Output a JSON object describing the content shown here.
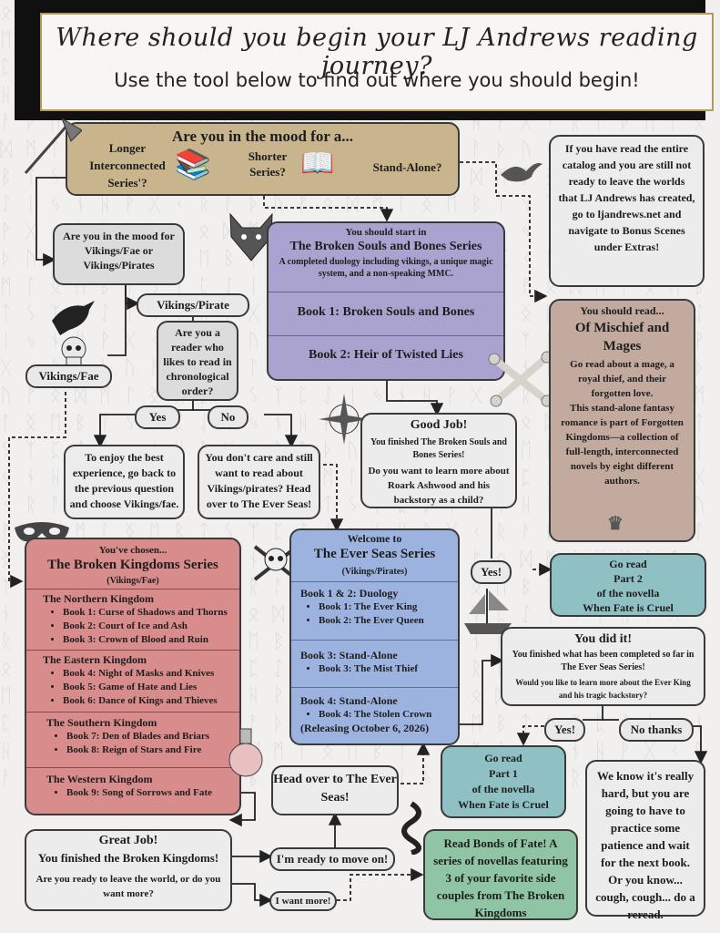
{
  "header": {
    "title": "Where should you begin your LJ Andrews reading journey?",
    "subtitle": "Use the tool below to find out where you should begin!"
  },
  "mood": {
    "question": "Are you in the mood for a...",
    "longer": "Longer Interconnected Series'?",
    "shorter": "Shorter Series?",
    "standalone": "Stand-Alone?"
  },
  "vikings_question": {
    "text": "Are you in the mood for Vikings/Fae or Vikings/Pirates"
  },
  "options": {
    "vikings_pirate": "Vikings/Pirate",
    "vikings_fae": "Vikings/Fae",
    "chronological": "Are you a reader who likes to read in chronological order?",
    "yes": "Yes",
    "no": "No",
    "yes_answer": "To enjoy the best experience, go back to the previous question and choose Vikings/fae.",
    "no_answer": "You don't care and still want to read about Vikings/pirates? Head over to The Ever Seas!"
  },
  "broken_souls": {
    "intro": "You should start in",
    "title": "The Broken Souls and Bones Series",
    "desc": "A completed duology including vikings, a unique magic system, and a non-speaking MMC.",
    "book1": "Book 1: Broken Souls and Bones",
    "book2": "Book 2: Heir of Twisted Lies"
  },
  "entire_catalog": {
    "text": "If you have read the entire catalog and you are still not ready to leave the worlds that LJ Andrews has created, go to ljandrews.net and navigate to Bonus Scenes under Extras!"
  },
  "mischief": {
    "intro": "You should read...",
    "title": "Of Mischief and Mages",
    "desc1": "Go read about a mage, a royal thief, and their forgotten love.",
    "desc2": "This stand-alone fantasy romance is part of Forgotten Kingdoms—a collection of full-length, interconnected novels by eight different authors."
  },
  "good_job": {
    "title": "Good Job!",
    "line1": "You finished  The Broken Souls and Bones Series!",
    "line2": "Do you want to learn more about Roark Ashwood and his backstory as a child?",
    "yes": "Yes!"
  },
  "part2": {
    "text1": "Go read",
    "text2": "Part 2",
    "text3": "of the novella",
    "text4": "When Fate is Cruel"
  },
  "broken_kingdoms": {
    "intro": "You've chosen...",
    "title": "The Broken Kingdoms Series",
    "sub": "(Vikings/Fae)",
    "northern": "The Northern Kingdom",
    "northern_books": [
      "Book 1: Curse of Shadows and Thorns",
      "Book 2: Court of Ice and Ash",
      "Book 3: Crown of Blood and Ruin"
    ],
    "eastern": "The Eastern Kingdom",
    "eastern_books": [
      "Book 4: Night of Masks and Knives",
      "Book 5: Game of Hate and Lies",
      "Book 6: Dance of Kings and Thieves"
    ],
    "southern": "The Southern  Kingdom",
    "southern_books": [
      "Book 7: Den of Blades and Briars",
      "Book 8:  Reign of Stars and Fire"
    ],
    "western": "The Western Kingdom",
    "western_books": [
      "Book 9: Song of Sorrows and Fate"
    ]
  },
  "ever_seas": {
    "intro": "Welcome to",
    "title": "The Ever Seas Series",
    "sub": "(Vikings/Pirates)",
    "duology": "Book 1 & 2: Duology",
    "duology_books": [
      "Book 1: The Ever King",
      "Book 2: The Ever Queen"
    ],
    "standalone3": "Book 3: Stand-Alone",
    "standalone3_books": [
      "Book 3: The Mist Thief"
    ],
    "standalone4": "Book 4: Stand-Alone",
    "standalone4_books": [
      "Book 4: The Stolen Crown"
    ],
    "releasing": "(Releasing October 6, 2026)"
  },
  "you_did_it": {
    "title": "You did it!",
    "line1": "You finished what has been completed so far in The Ever Seas Series!",
    "line2": "Would you like to learn more about the Ever King and his tragic backstory?",
    "yes": "Yes!",
    "no": "No thanks"
  },
  "part1": {
    "text1": "Go read",
    "text2": "Part 1",
    "text3": "of the novella",
    "text4": "When Fate is Cruel"
  },
  "patience": {
    "text": "We know it's really hard, but you are going to have to practice some patience and wait for the next book. Or you know... cough, cough... do a reread."
  },
  "head_over": {
    "text": "Head over to The Ever Seas!"
  },
  "great_job": {
    "title": "Great Job!",
    "line1": "You finished the Broken Kingdoms!",
    "line2": "Are you ready to leave the world, or do you want more?",
    "ready": "I'm ready to move on!",
    "more": "I want more!"
  },
  "bonds": {
    "text": "Read Bonds of Fate! A series of novellas featuring 3 of your favorite side couples from The Broken Kingdoms"
  },
  "icons": [
    "axe-icon",
    "books-icon",
    "open-book-icon",
    "wolf-icon",
    "bird-icon",
    "raven-icon",
    "skull-icon",
    "compass-icon",
    "bones-icon",
    "mask-icon",
    "skull-crossbones-icon",
    "ship-icon",
    "potion-icon",
    "serpent-icon",
    "crown-icon"
  ]
}
